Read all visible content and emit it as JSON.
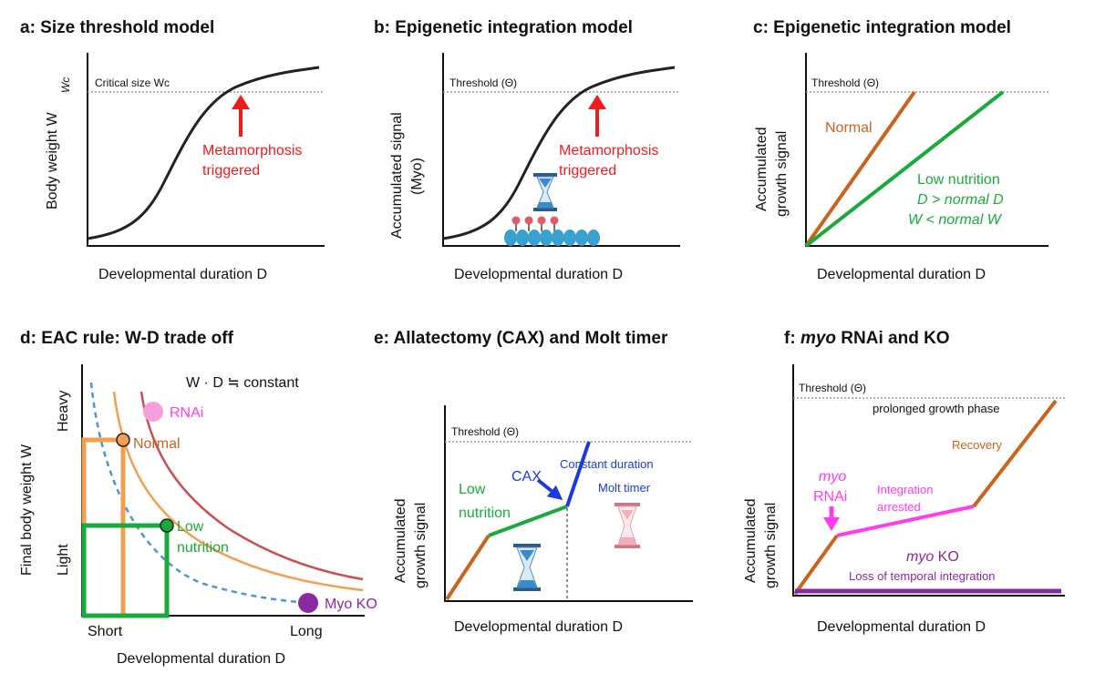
{
  "panels": {
    "a": {
      "title": "a: Size threshold model",
      "y_label": "Body weight W",
      "y_tick": "Wc",
      "threshold_label": "Critical size Wc",
      "annotation_line1": "Metamorphosis",
      "annotation_line2": "triggered",
      "x_label": "Developmental duration  D"
    },
    "b": {
      "title": "b: Epigenetic integration model",
      "y_label_line1": "Accumulated signal",
      "y_label_line2": "(Myo)",
      "threshold_label": "Threshold (Θ)",
      "annotation_line1": "Metamorphosis",
      "annotation_line2": "triggered",
      "x_label": "Developmental duration  D"
    },
    "c": {
      "title": "c: Epigenetic integration model",
      "y_label_line1": "Accumulated",
      "y_label_line2": "growth signal",
      "threshold_label": "Threshold (Θ)",
      "normal_label": "Normal",
      "low_line1": "Low nutrition",
      "low_line2": "D > normal D",
      "low_line3": "W < normal W",
      "x_label": "Developmental duration  D"
    },
    "d": {
      "title": "d: EAC  rule: W-D trade off",
      "equation": "W · D ≒ constant",
      "y_label": "Final body weight W",
      "y_heavy": "Heavy",
      "y_light": "Light",
      "x_short": "Short",
      "x_long": "Long",
      "x_label": "Developmental duration  D",
      "rnai_label": "RNAi",
      "normal_label": "Normal",
      "low_line1": "Low",
      "low_line2": "nutrition",
      "ko_label": "Myo KO"
    },
    "e": {
      "title": "e: Allatectomy (CAX) and Molt timer",
      "y_label_line1": "Accumulated",
      "y_label_line2": "growth signal",
      "threshold_label": "Threshold (Θ)",
      "low_line1": "Low",
      "low_line2": "nutrition",
      "cax_label": "CAX",
      "constant_label": "Constant duration",
      "molt_label": "Molt timer",
      "x_label": "Developmental duration  D"
    },
    "f": {
      "title": "f: myo RNAi and KO",
      "title_italic": "myo",
      "title_rest": " RNAi and KO",
      "title_prefix": "f: ",
      "y_label_line1": "Accumulated",
      "y_label_line2": "growth signal",
      "threshold_label": "Threshold (Θ)",
      "prolonged_label": "prolonged growth phase",
      "recovery_label": "Recovery",
      "rnai_line1": "myo",
      "rnai_line2": "RNAi",
      "arrested_line1": "Integration",
      "arrested_line2": "arrested",
      "ko_italic": "myo",
      "ko_rest": " KO",
      "loss_label": "Loss of temporal integration",
      "x_label": "Developmental duration  D"
    }
  },
  "colors": {
    "curve": "#222222",
    "red": "#ee1c1c",
    "normal": "#c8641e",
    "orange": "#f0a050",
    "green": "#1aaa3c",
    "blue": "#1a3ae0",
    "magenta": "#ff3cf0",
    "purple": "#8a2aa0",
    "pink": "#f5a0d8",
    "dashed_blue": "#4a96d8",
    "light_red": "#c85050"
  },
  "icons": [
    "hourglass-icon",
    "nucleosome-icon",
    "arrow-icon"
  ]
}
